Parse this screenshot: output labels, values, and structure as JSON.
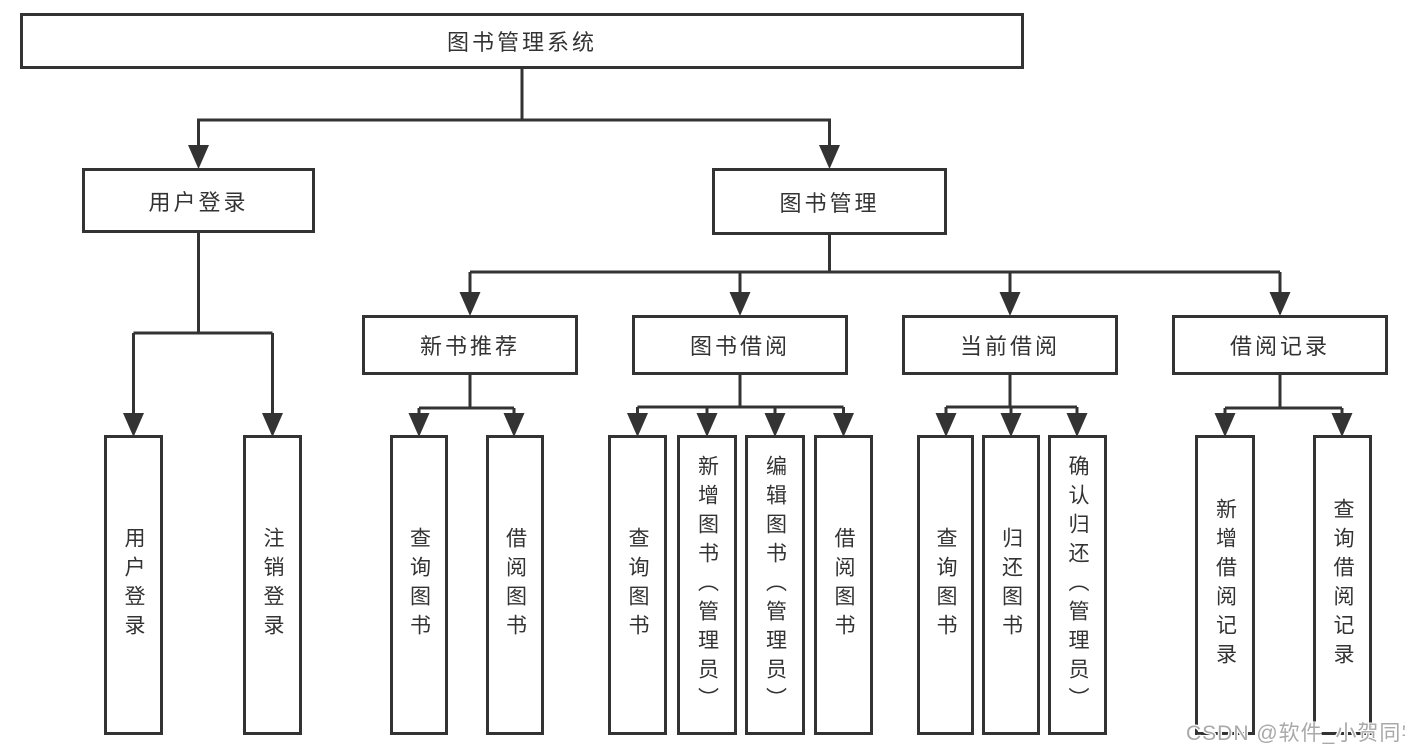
{
  "diagram": {
    "title": "图书管理系统",
    "branches": {
      "user_login": {
        "label": "用户登录",
        "children": [
          "用户登录",
          "注销登录"
        ]
      },
      "book_mgmt": {
        "label": "图书管理",
        "sections": {
          "new_books": {
            "label": "新书推荐",
            "children": [
              "查询图书",
              "借阅图书"
            ]
          },
          "book_borrow": {
            "label": "图书借阅",
            "children": [
              "查询图书",
              "新增图书（管理员）",
              "编辑图书（管理员）",
              "借阅图书"
            ]
          },
          "current_borrow": {
            "label": "当前借阅",
            "children": [
              "查询图书",
              "归还图书",
              "确认归还（管理员）"
            ]
          },
          "borrow_records": {
            "label": "借阅记录",
            "children": [
              "新增借阅记录",
              "查询借阅记录"
            ]
          }
        }
      }
    },
    "watermark": "CSDN @软件_小贺同学",
    "colors": {
      "line": "#333333",
      "text": "#333333",
      "watermark_text": "#a9a9a9",
      "background": "#ffffff"
    }
  }
}
